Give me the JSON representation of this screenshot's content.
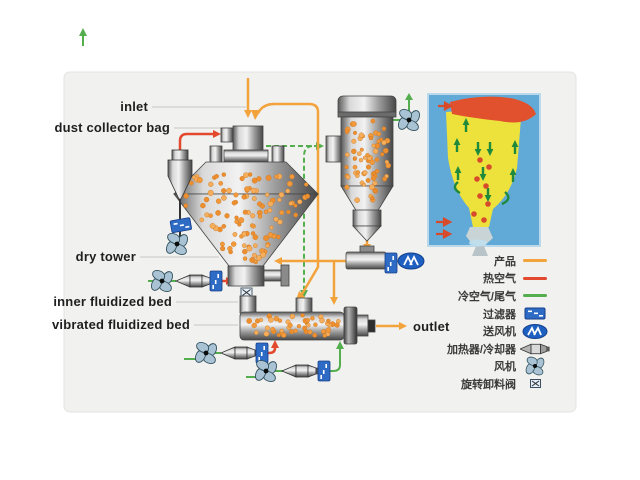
{
  "labels": {
    "inlet": "inlet",
    "dust_collector_bag": "dust collector bag",
    "dry_tower": "dry tower",
    "inner_fluidized_bed": "inner fluidized bed",
    "vibrated_fluidized_bed": "vibrated fluidized bed",
    "outlet": "outlet"
  },
  "legend": {
    "items": [
      {
        "label": "产品",
        "icon": "product-line",
        "color": "#F2A33C"
      },
      {
        "label": "热空气",
        "icon": "hot-air-line",
        "color": "#E2492F"
      },
      {
        "label": "冷空气/尾气",
        "icon": "cold-air-line",
        "color": "#55AE4E"
      },
      {
        "label": "过滤器",
        "icon": "filter",
        "color": "#2E6BC5"
      },
      {
        "label": "送风机",
        "icon": "blower",
        "color": "#1E5FC2"
      },
      {
        "label": "加热器/冷却器",
        "icon": "heater-cooler",
        "color": "#9a9a9a"
      },
      {
        "label": "风机",
        "icon": "fan",
        "color": "#A9C3D4"
      },
      {
        "label": "旋转卸料阀",
        "icon": "rotary-valve",
        "color": "#e8eef4"
      }
    ]
  },
  "colors": {
    "product": "#F2A33C",
    "hot_air": "#E2492F",
    "cold_air": "#55AE4E",
    "filter_blue": "#2E6BC5",
    "panel_bg": "#F1F1EF",
    "inset_bg": "#61A9D6"
  }
}
